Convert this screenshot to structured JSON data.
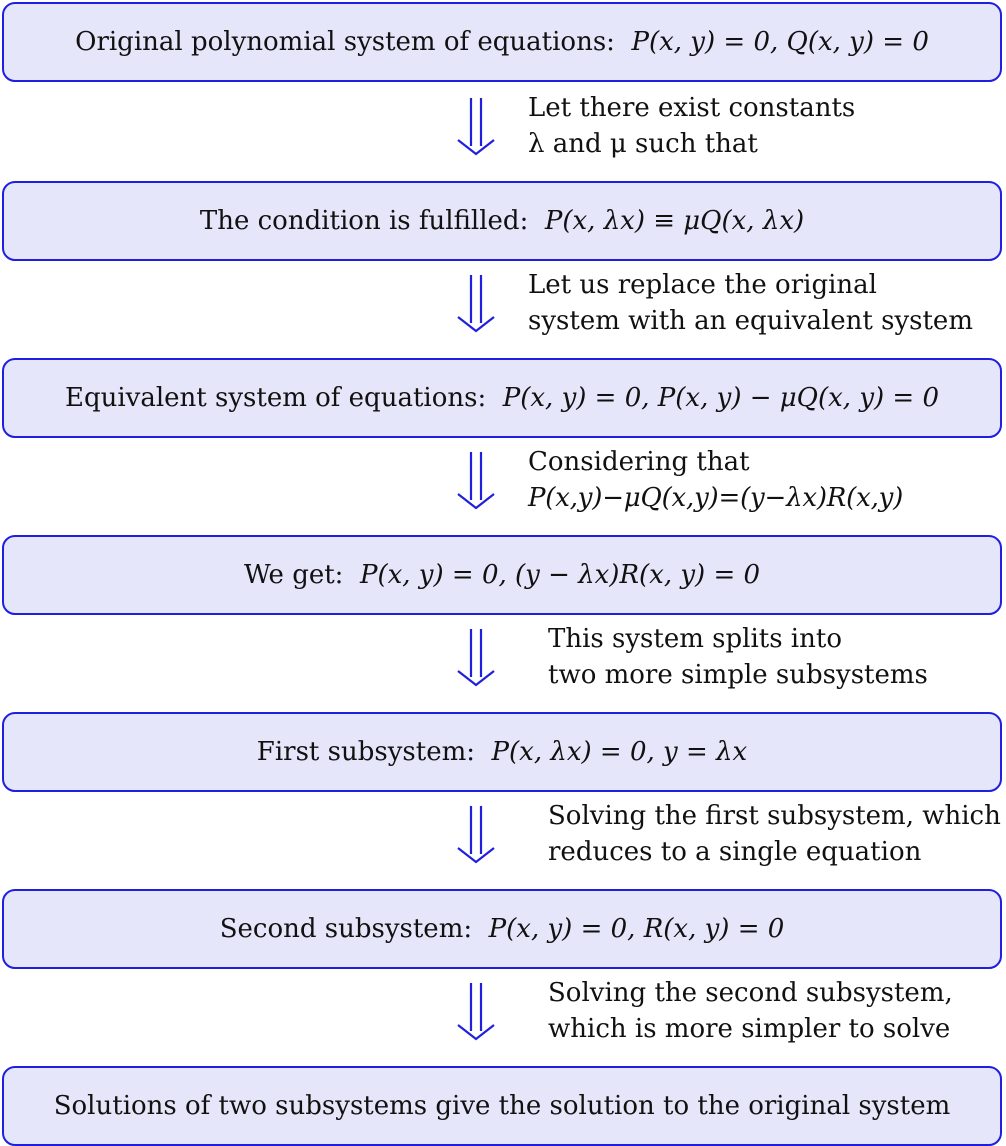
{
  "boxes": [
    {
      "text": "Original polynomial system of equations:",
      "math": "P(x, y) = 0,  Q(x, y) = 0"
    },
    {
      "text": "The condition is fulfilled:",
      "math": "P(x, λx) ≡ μQ(x, λx)"
    },
    {
      "text": "Equivalent system of equations:",
      "math": "P(x, y) = 0,  P(x, y) − μQ(x, y) = 0"
    },
    {
      "text": "We get:",
      "math": "P(x, y) = 0,  (y − λx)R(x, y) = 0"
    },
    {
      "text": "First subsystem:",
      "math": "P(x, λx) = 0,  y = λx"
    },
    {
      "text": "Second subsystem:",
      "math": "P(x, y) = 0,  R(x, y) = 0"
    },
    {
      "text": "Solutions of two subsystems give the solution to the original system",
      "math": ""
    }
  ],
  "transitions": [
    {
      "line1": "Let there exist constants",
      "line2": "λ and μ such that"
    },
    {
      "line1": "Let us replace the original",
      "line2": "system with an equivalent system"
    },
    {
      "line1": "Considering that",
      "line2": "P(x,y)−μQ(x,y)=(y−λx)R(x,y)"
    },
    {
      "line1": "This system splits into",
      "line2": "two more simple subsystems"
    },
    {
      "line1": "Solving the first subsystem, which",
      "line2": "reduces to a single equation"
    },
    {
      "line1": "Solving the second subsystem,",
      "line2": "which is more simpler to solve"
    }
  ],
  "colors": {
    "box_fill": "#e6e6fa",
    "box_border": "#1f1fe0",
    "arrow": "#1f1fe0"
  },
  "icons": {
    "arrow": "double-down-arrow-icon"
  }
}
